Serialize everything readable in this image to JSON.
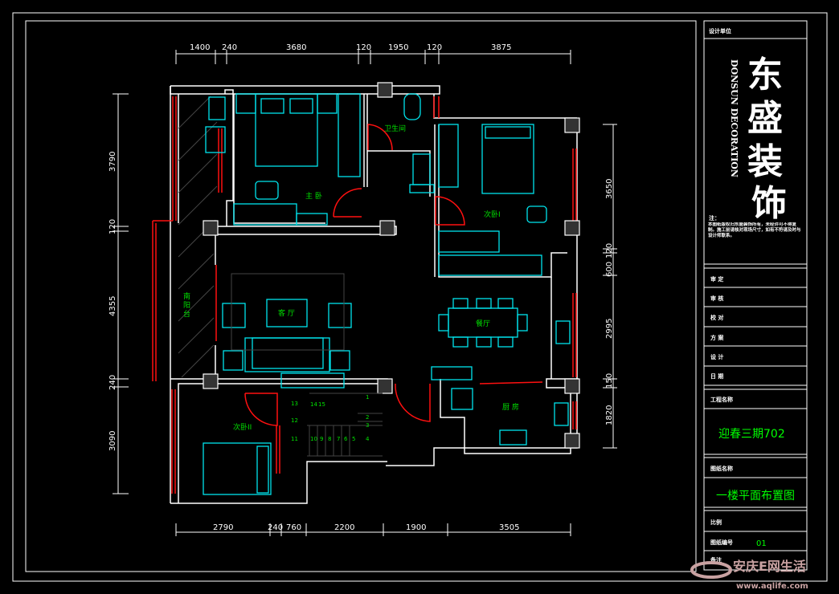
{
  "drawing": {
    "dimensions_top": [
      "1400",
      "240",
      "3680",
      "120",
      "1950",
      "120",
      "3875"
    ],
    "dimensions_bottom": [
      "2790",
      "240",
      "760",
      "2200",
      "1900",
      "3505"
    ],
    "dimensions_left": [
      "3790",
      "120",
      "4355",
      "240",
      "3090"
    ],
    "dimensions_right": [
      "3650",
      "600",
      "120",
      "2995",
      "150",
      "1820"
    ],
    "rooms": {
      "master_bedroom": "主 卧",
      "bathroom": "卫生间",
      "second_bedroom_1": "次卧I",
      "living_room": "客 厅",
      "dining_room": "餐厅",
      "kitchen": "厨 房",
      "second_bedroom_2": "次卧II",
      "south_balcony": [
        "南",
        "阳",
        "台"
      ]
    },
    "stair_steps": [
      "1",
      "2",
      "3",
      "4",
      "5",
      "6",
      "7",
      "8",
      "9",
      "10",
      "11",
      "12",
      "13",
      "14",
      "15"
    ]
  },
  "title_block": {
    "header": "设计单位",
    "logo_cn": [
      "东",
      "盛",
      "装",
      "饰"
    ],
    "logo_en": "DONSUN DECORATION",
    "note_title": "注：",
    "note_text": "本图纸版权归东盛装饰所有，未经许可不得复制。施工前请核对现场尺寸，如有不符请及时与设计师联系。",
    "rows": [
      "审 定",
      "审 核",
      "校 对",
      "方 案",
      "设 计",
      "日 期"
    ],
    "project_label": "工程名称",
    "project_name": "迎春三期702",
    "drawing_label": "图纸名称",
    "drawing_name": "一楼平面布置图",
    "scale_label": "比例",
    "number_label": "图纸编号",
    "number_value": "01",
    "remark_label": "备注"
  },
  "watermark": {
    "name": "安庆E网生活",
    "url": "www.aqlife.com"
  }
}
